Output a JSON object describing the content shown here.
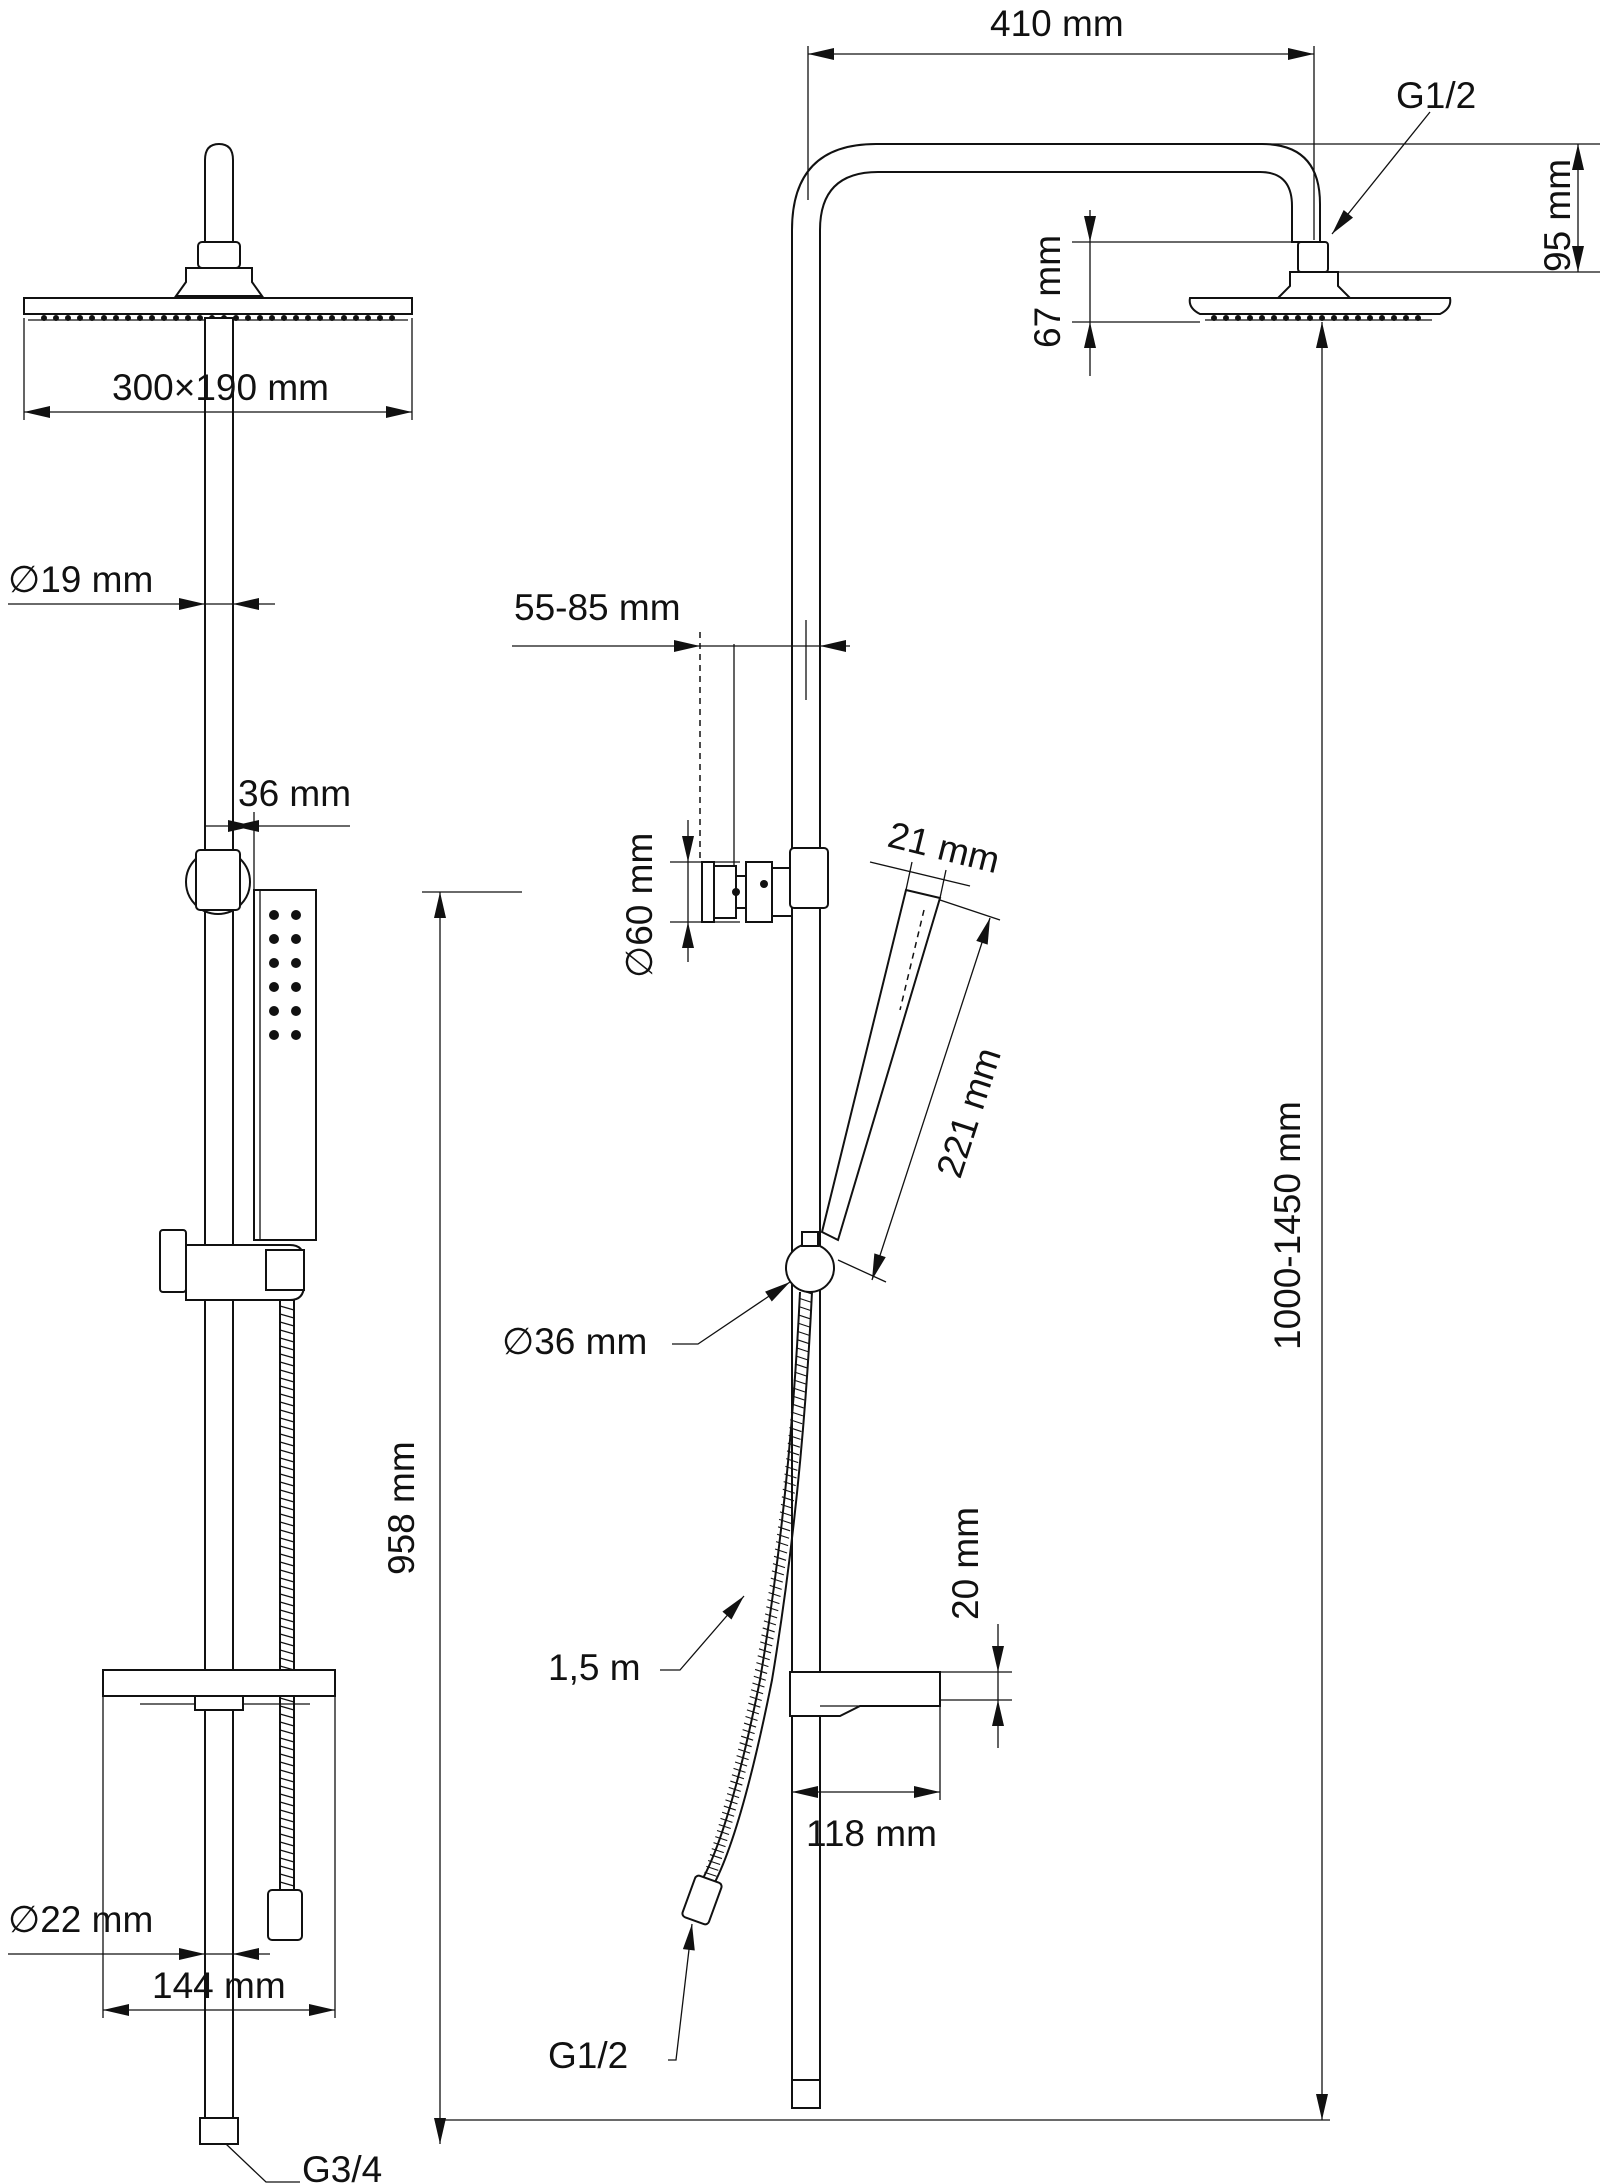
{
  "labels": {
    "overall_width": "410 mm",
    "inlet_top": "G1/2",
    "arm_drop": "95 mm",
    "head_height": "67 mm",
    "head_size": "300×190 mm",
    "rail_diameter": "19 mm",
    "wall_offset": "55-85 mm",
    "handset_width": "36 mm",
    "bracket_diameter": "60 mm",
    "handset_thickness": "21 mm",
    "handset_length": "221 mm",
    "height_range": "1000-1450 mm",
    "total_height": "958 mm",
    "knob_diameter": "36 mm",
    "hose_length": "1,5 m",
    "shelf_thickness": "20 mm",
    "shelf_depth": "118 mm",
    "bottom_diameter": "22 mm",
    "shelf_width": "144 mm",
    "hose_connection": "G1/2",
    "inlet_bottom": "G3/4"
  },
  "symbols": {
    "diameter": "∅"
  }
}
